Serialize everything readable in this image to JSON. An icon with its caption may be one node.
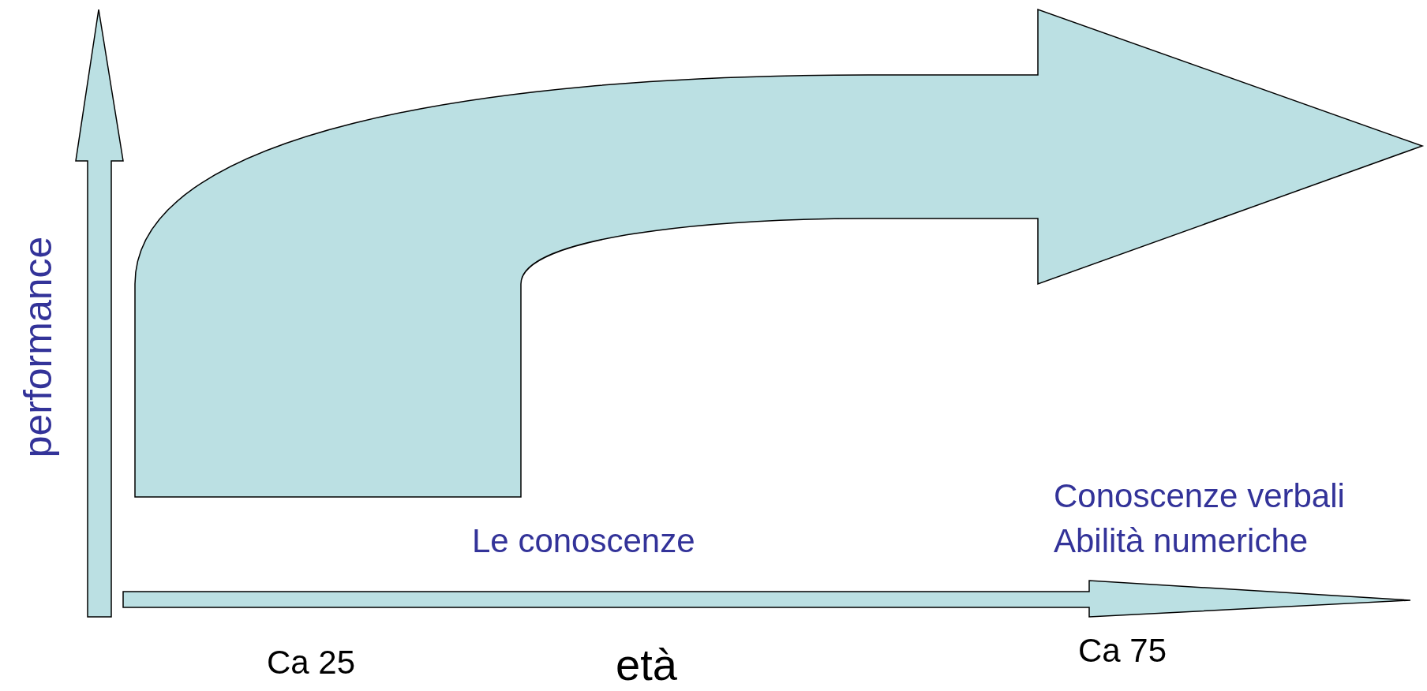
{
  "diagram": {
    "labels": [
      "performance",
      "Conoscenze verbali",
      "Le conoscenze",
      "Abilità numeriche",
      "Ca 75",
      "Ca 25",
      "età"
    ]
  }
}
